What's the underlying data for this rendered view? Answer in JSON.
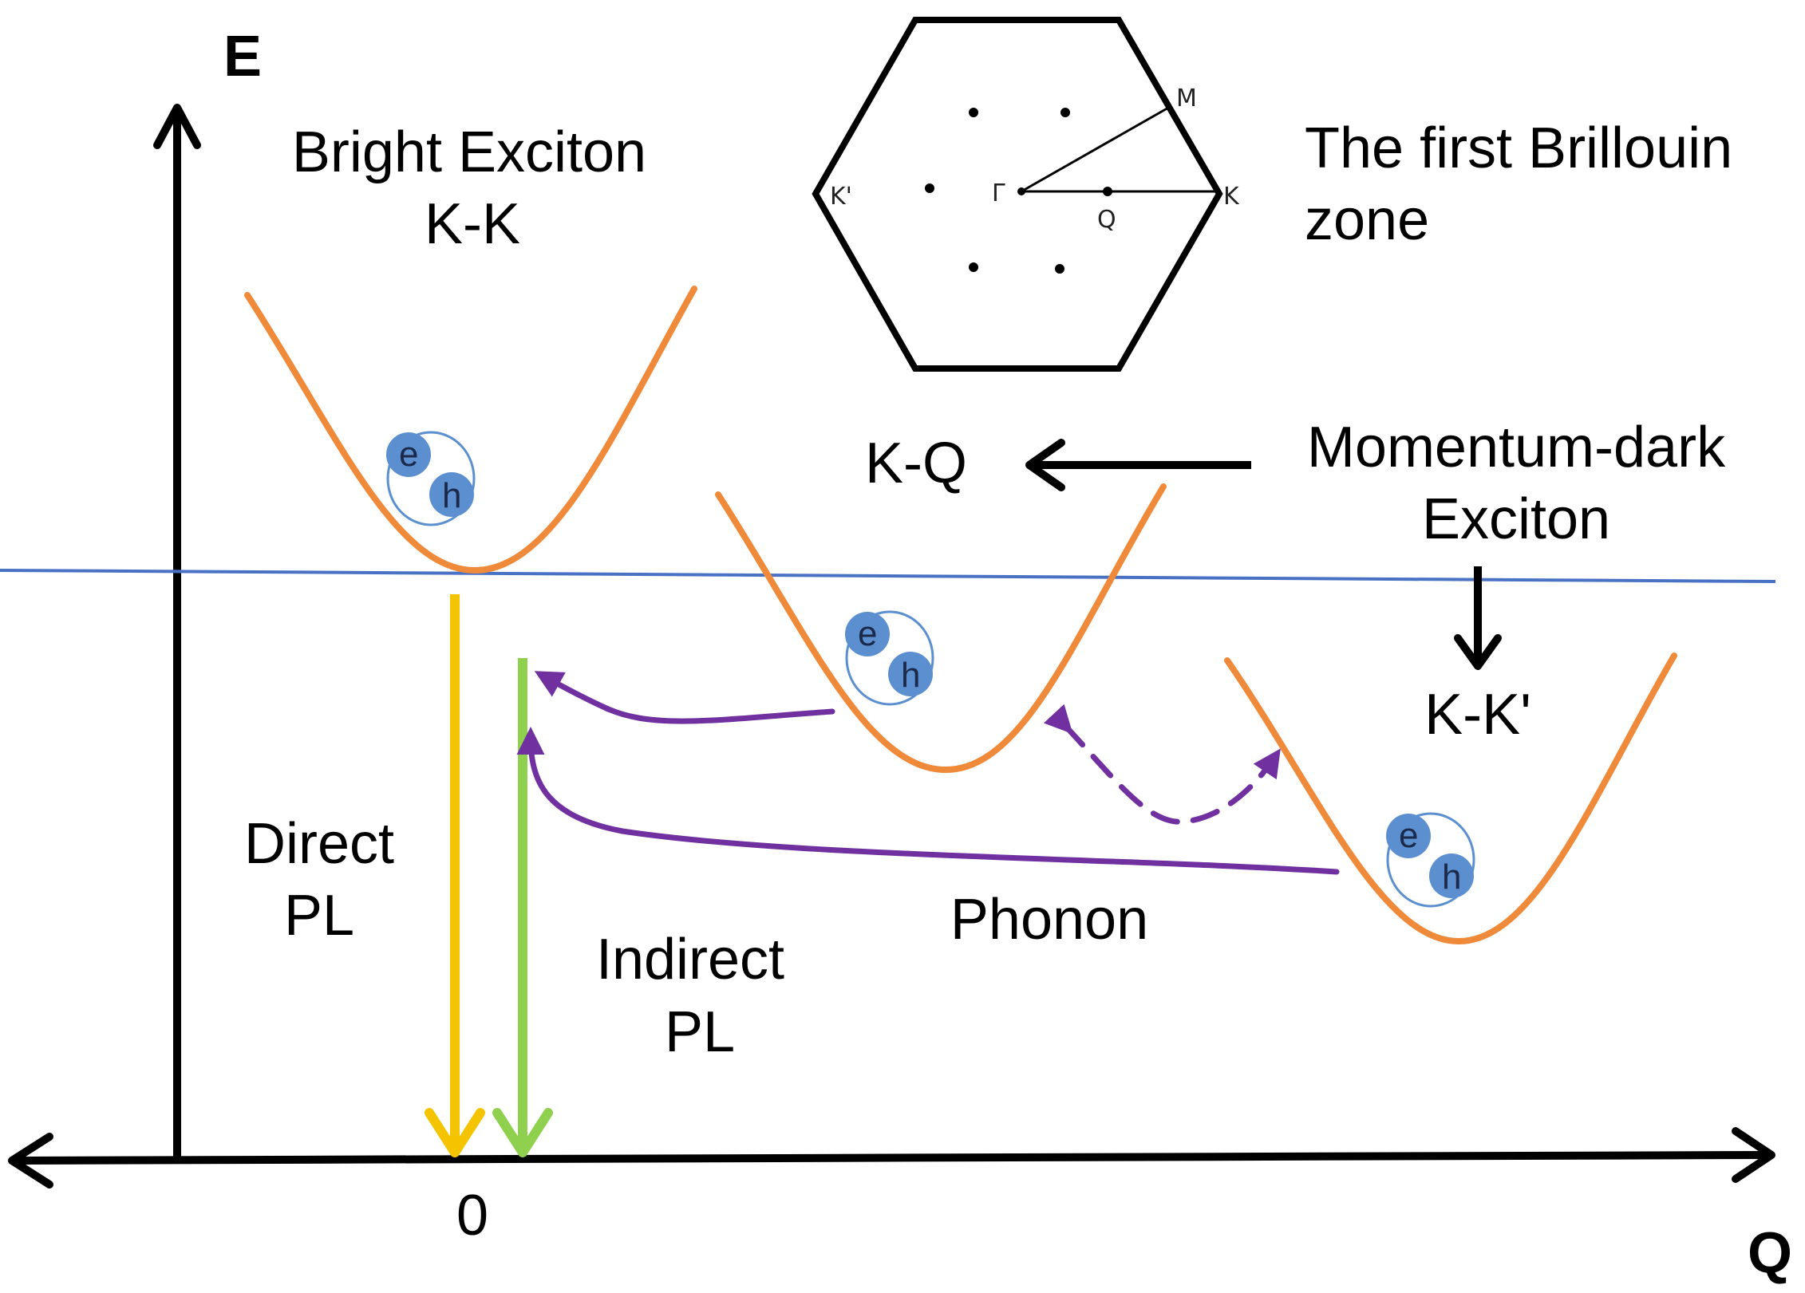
{
  "axes": {
    "y_label": "E",
    "x_label": "Q",
    "origin_label": "0"
  },
  "labels": {
    "bright_exciton_line1": "Bright Exciton",
    "bright_exciton_line2": "K-K",
    "bz_title_line1": "The first Brillouin",
    "bz_title_line2": "zone",
    "kq": "K-Q",
    "momentum_dark_line1": "Momentum-dark",
    "momentum_dark_line2": "Exciton",
    "kkprime": "K-K'",
    "direct_pl_line1": "Direct",
    "direct_pl_line2": "PL",
    "indirect_pl_line1": "Indirect",
    "indirect_pl_line2": "PL",
    "phonon": "Phonon"
  },
  "brillouin_zone": {
    "points": {
      "gamma": "Γ",
      "m": "M",
      "k": "K",
      "k_prime": "K'",
      "q": "Q"
    }
  },
  "exciton": {
    "electron": "e",
    "hole": "h"
  },
  "colors": {
    "parabola": "#ee8a3a",
    "reference_line": "#4a72c4",
    "direct_pl": "#f5c400",
    "direct_glow": "#ffb38a",
    "indirect_pl": "#8fd14f",
    "indirect_glow": "#c8ef9f",
    "phonon_arrow": "#7030a0",
    "particle": "#5b8fd0"
  }
}
